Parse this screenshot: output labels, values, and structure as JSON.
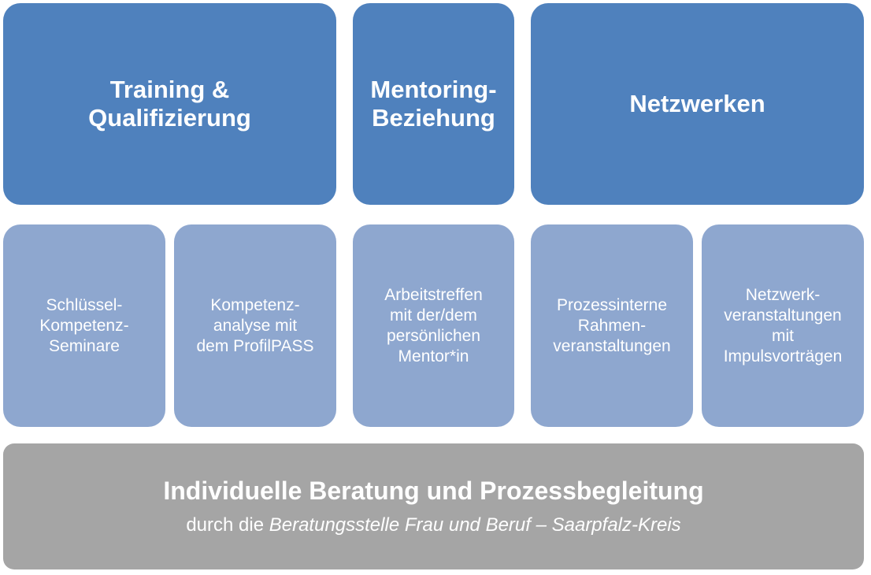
{
  "top_row": [
    {
      "label": "Training &\nQualifizierung"
    },
    {
      "label": "Mentoring-\nBeziehung"
    },
    {
      "label": "Netzwerken"
    }
  ],
  "middle_row": [
    {
      "label": "Schlüssel-\nKompetenz-\nSeminare"
    },
    {
      "label": "Kompetenz-\nanalyse mit\ndem ProfilPASS"
    },
    {
      "label": "Arbeitstreffen\nmit der/dem\npersönlichen\nMentor*in"
    },
    {
      "label": "Prozessinterne\nRahmen-\nveranstaltungen"
    },
    {
      "label": "Netzwerk-\nveranstaltungen\nmit\nImpulsvorträgen"
    }
  ],
  "bottom": {
    "title": "Individuelle Beratung und Prozessbegleitung",
    "subtitle_prefix": "durch die ",
    "subtitle_italic": "Beratungsstelle Frau und Beruf – Saarpfalz-Kreis"
  },
  "colors": {
    "top": "#4f81bd",
    "middle": "#8ea7cf",
    "bottom": "#a5a5a5",
    "text": "#ffffff"
  }
}
